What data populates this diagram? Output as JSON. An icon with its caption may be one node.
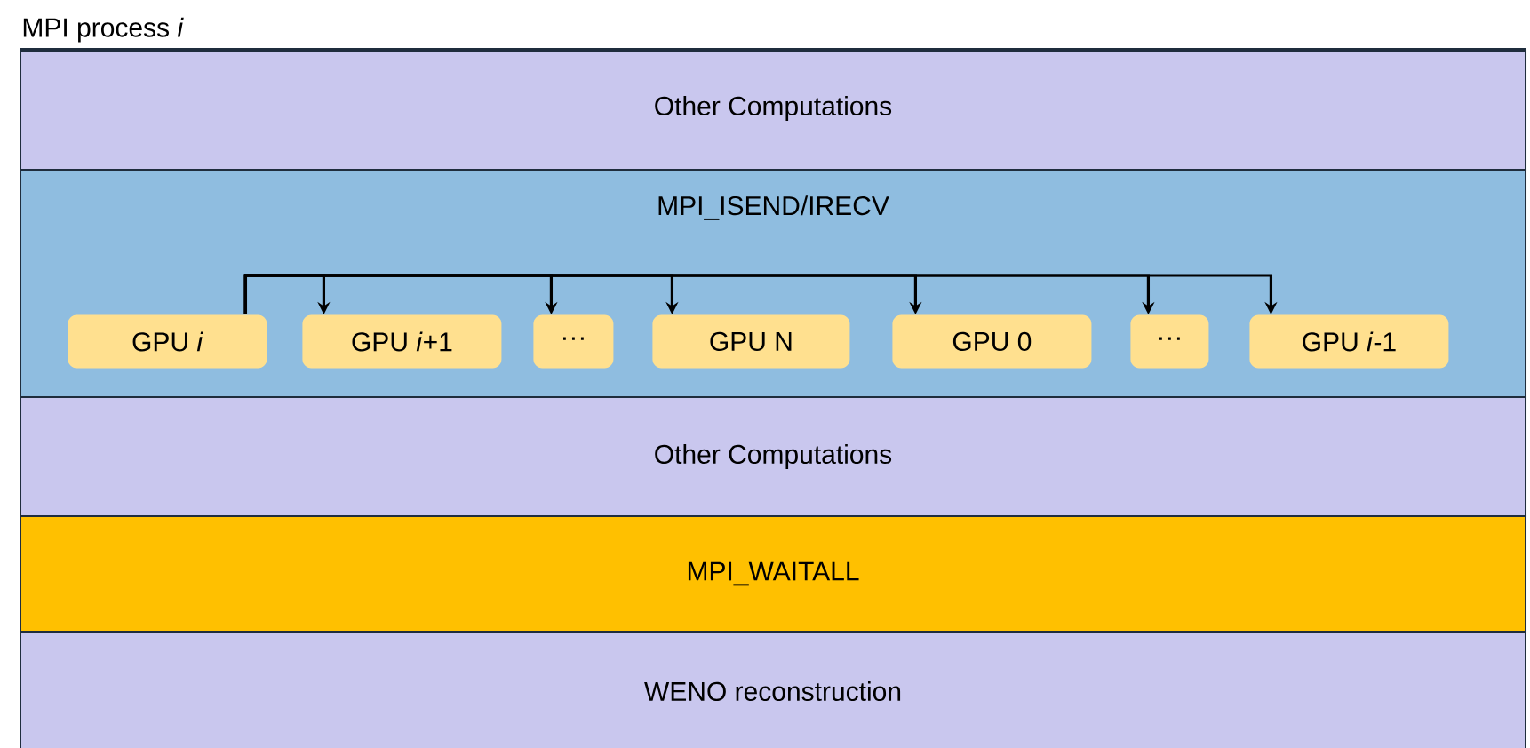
{
  "diagram": {
    "nodes": [
      {
        "text": [
          "MPI process *i*"
        ]
      },
      {
        "text": [
          "Other Computations"
        ],
        "in": 0
      },
      {
        "text": [
          "MPI_ISEND/IRECV"
        ],
        "in": 0
      },
      {
        "text": [
          "GPU *i*"
        ],
        "in": 2
      },
      {
        "text": [
          "GPU *i*+1"
        ],
        "in": 2
      },
      {
        "text": [
          "···"
        ],
        "in": 2
      },
      {
        "text": [
          "GPU N"
        ],
        "in": 2
      },
      {
        "text": [
          "GPU 0"
        ],
        "in": 2
      },
      {
        "text": [
          "···"
        ],
        "in": 2
      },
      {
        "text": [
          "GPU *i*-1"
        ],
        "in": 2
      },
      {
        "text": [
          "Other Computations"
        ],
        "in": 0
      },
      {
        "text": [
          "MPI_WAITALL"
        ],
        "in": 0
      },
      {
        "text": [
          "WENO reconstruction"
        ],
        "in": 0
      }
    ],
    "edges": [
      {
        "from": 3,
        "to": 4,
        "arrow": "to"
      },
      {
        "from": 3,
        "to": 5,
        "arrow": "to"
      },
      {
        "from": 3,
        "to": 6,
        "arrow": "to"
      },
      {
        "from": 3,
        "to": 7,
        "arrow": "to"
      },
      {
        "from": 3,
        "to": 8,
        "arrow": "to"
      },
      {
        "from": 3,
        "to": 9,
        "arrow": "to"
      }
    ]
  }
}
